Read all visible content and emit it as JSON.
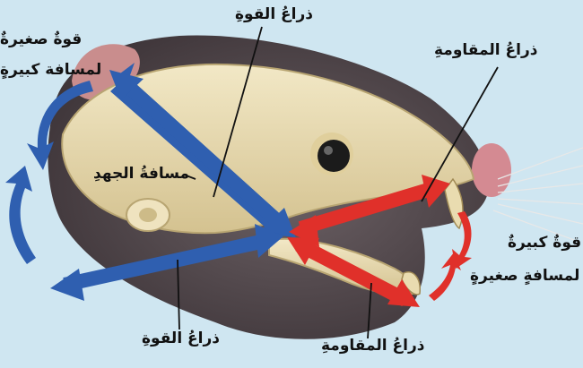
{
  "labels": {
    "effort_arm_top": "ذراعُ القوةِ",
    "effort_arm_bottom": "ذراعُ القوةِ",
    "resistance_arm_top": "ذراعُ المقاومةِ",
    "resistance_arm_bottom": "ذراعُ المقاومةِ",
    "effort_distance": "مسافةُ الجهدِ",
    "small_force_line1": "قوةٌ صغيرةٌ",
    "small_force_line2": "لمسافة كبيرةٍ",
    "big_force_line1": "قوةٌ كبيرةٌ",
    "big_force_line2": "لمسافةٍ صغيرةٍ"
  },
  "colors": {
    "background": "#cfe6f1",
    "effort_arrow": "#2f5fb0",
    "resistance_arrow": "#e0302a",
    "skull": "#e8dcb2",
    "fur": "#5a4f53"
  }
}
